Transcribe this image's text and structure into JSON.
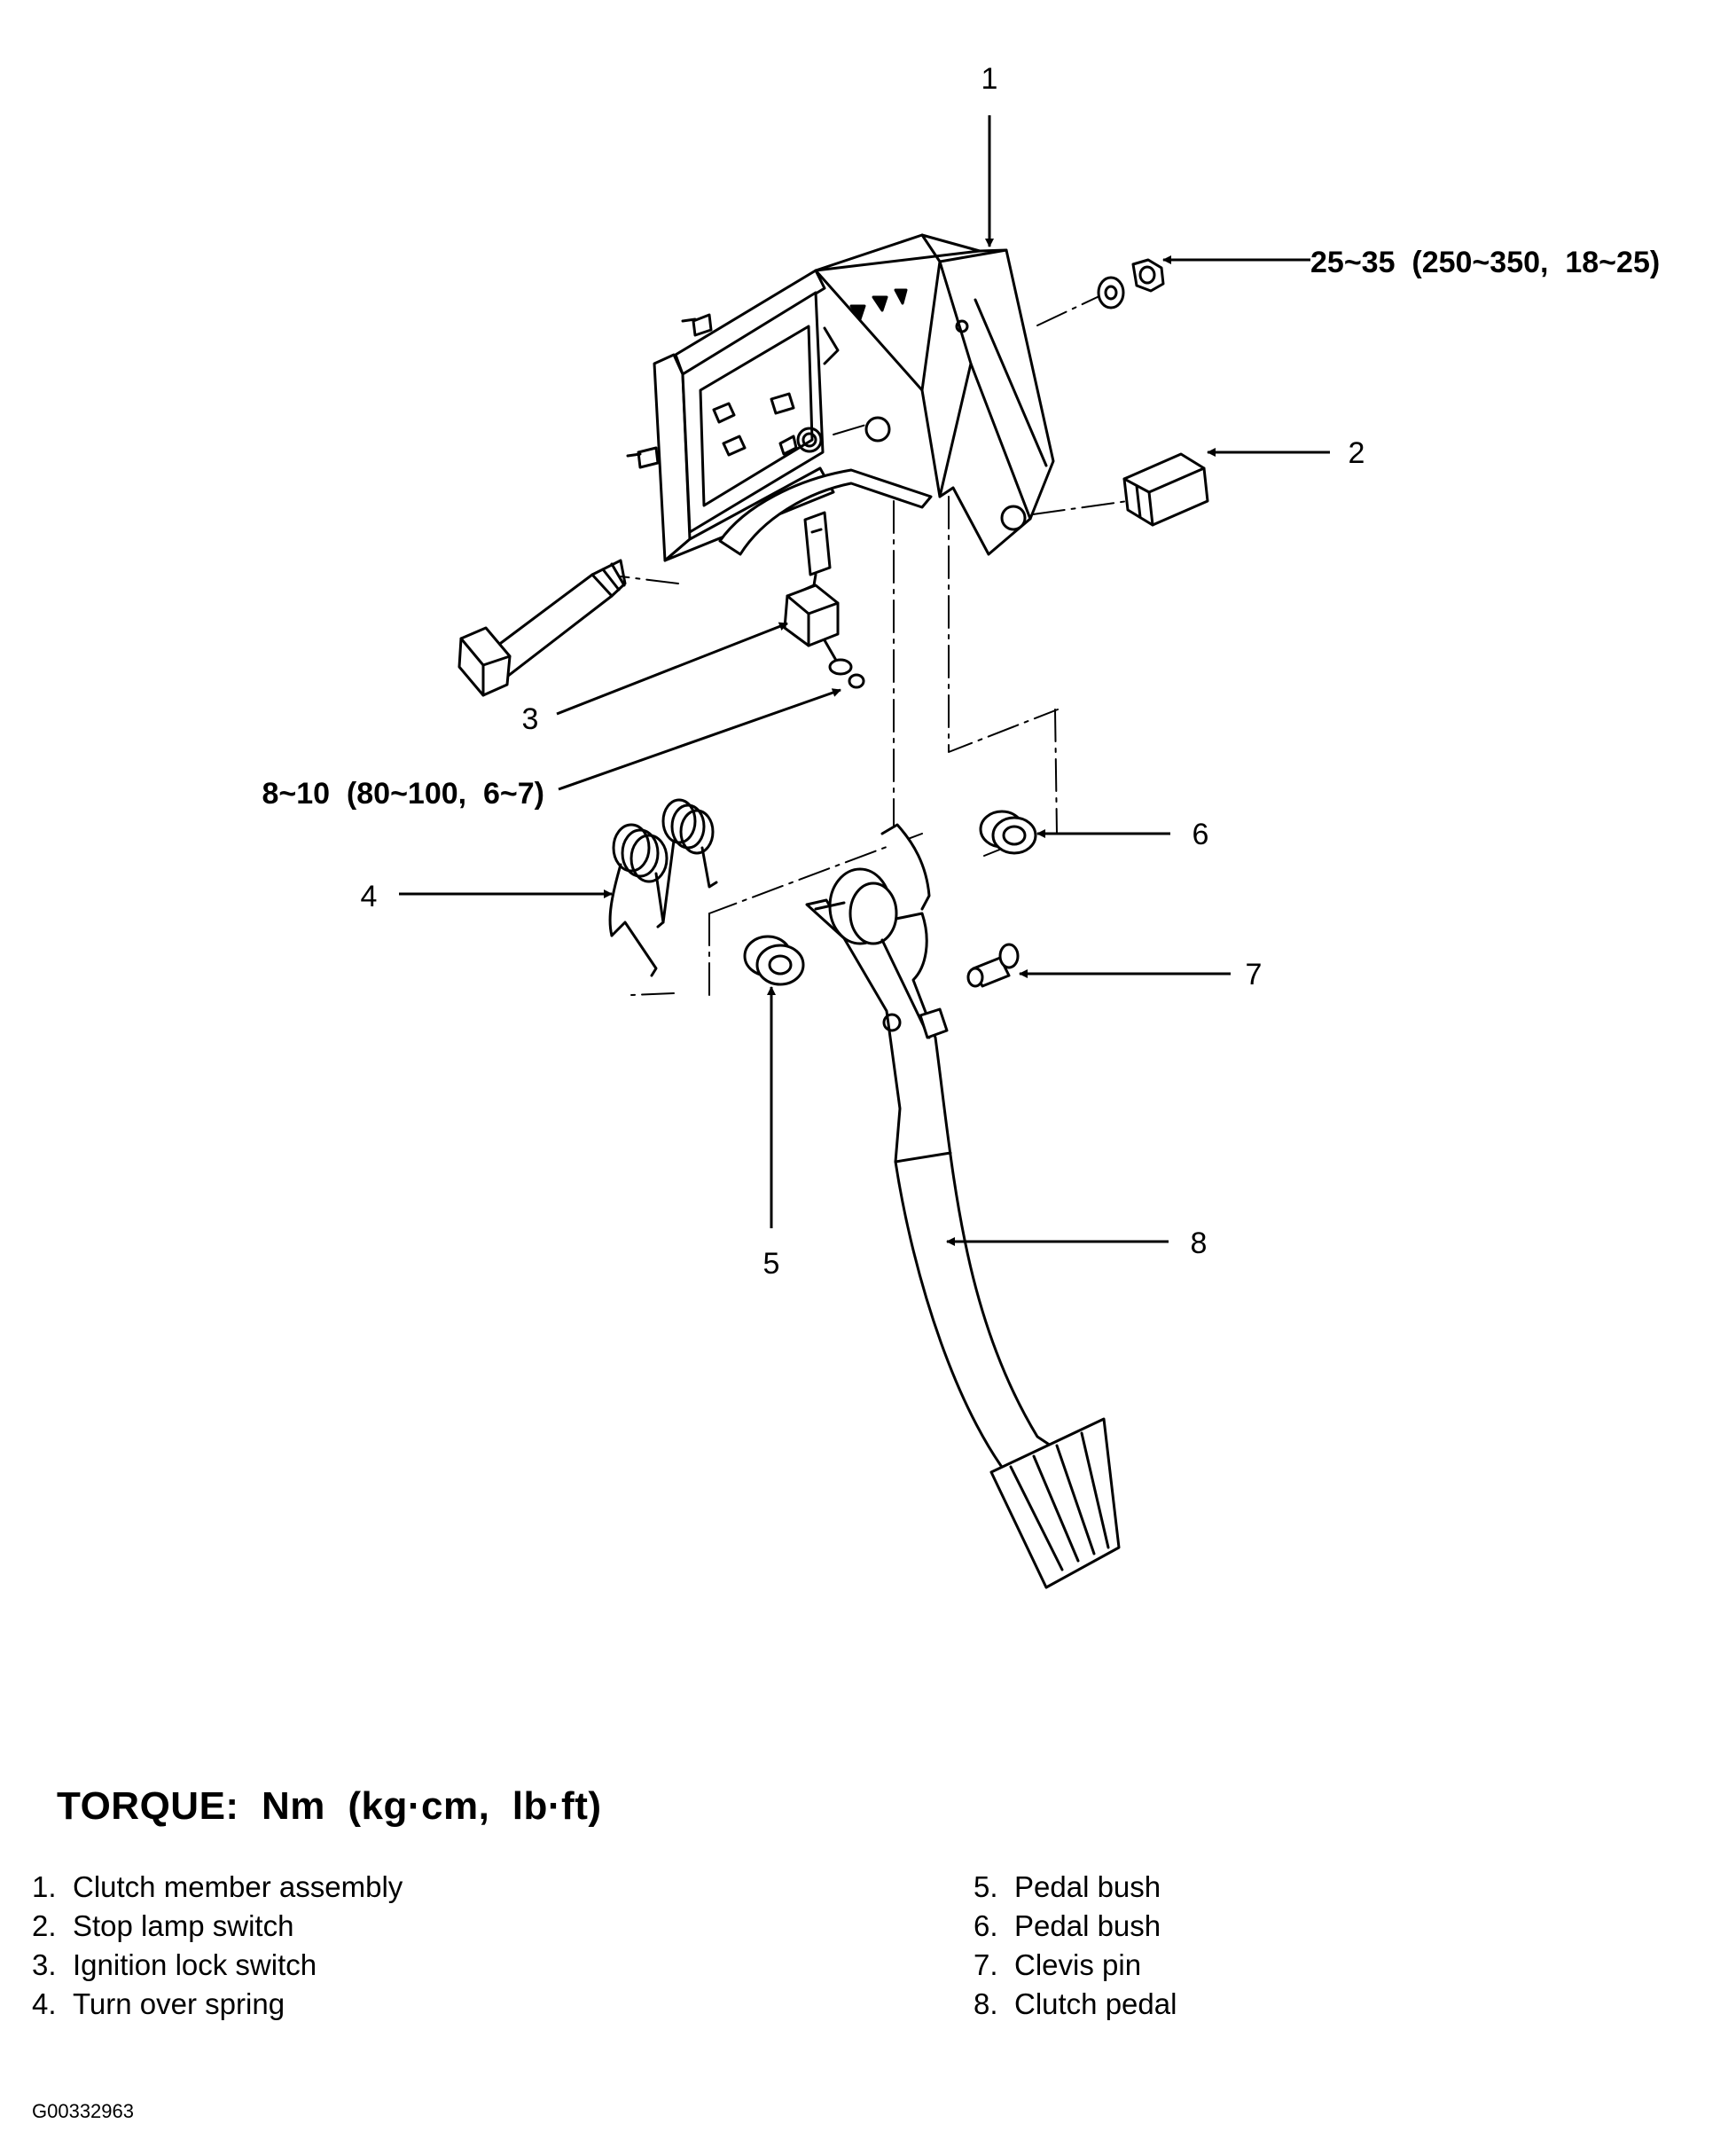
{
  "callouts": [
    {
      "id": "1",
      "label": "1"
    },
    {
      "id": "2",
      "label": "2"
    },
    {
      "id": "3",
      "label": "3"
    },
    {
      "id": "4",
      "label": "4"
    },
    {
      "id": "5",
      "label": "5"
    },
    {
      "id": "6",
      "label": "6"
    },
    {
      "id": "7",
      "label": "7"
    },
    {
      "id": "8",
      "label": "8"
    }
  ],
  "torque_specs": [
    {
      "fastener": "nut",
      "value": "25~35  (250~350,  18~25)"
    },
    {
      "fastener": "switch",
      "value": "8~10  (80~100,  6~7)"
    }
  ],
  "torque_heading": "TORQUE:  Nm  (kg·cm,  lb·ft)",
  "legend": {
    "left": [
      {
        "num": "1.",
        "text": "Clutch member assembly"
      },
      {
        "num": "2.",
        "text": "Stop lamp switch"
      },
      {
        "num": "3.",
        "text": "Ignition lock switch"
      },
      {
        "num": "4.",
        "text": "Turn over spring"
      }
    ],
    "right": [
      {
        "num": "5.",
        "text": "Pedal bush"
      },
      {
        "num": "6.",
        "text": "Pedal bush"
      },
      {
        "num": "7.",
        "text": "Clevis pin"
      },
      {
        "num": "8.",
        "text": "Clutch pedal"
      }
    ]
  },
  "figure_id": "G00332963"
}
